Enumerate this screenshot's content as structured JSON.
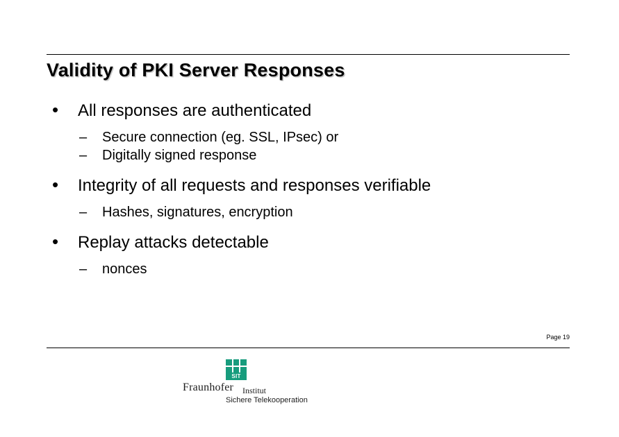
{
  "slide": {
    "title": "Validity of PKI Server Responses",
    "page_label": "Page 19",
    "bullets": [
      {
        "marker": "•",
        "text": "All responses are authenticated",
        "subs": [
          {
            "marker": "–",
            "text": "Secure connection (eg. SSL, IPsec) or"
          },
          {
            "marker": "–",
            "text": "Digitally signed response"
          }
        ]
      },
      {
        "marker": "•",
        "text": "Integrity of all requests and responses verifiable",
        "subs": [
          {
            "marker": "–",
            "text": "Hashes, signatures, encryption"
          }
        ]
      },
      {
        "marker": "•",
        "text": "Replay attacks detectable",
        "subs": [
          {
            "marker": "–",
            "text": "nonces"
          }
        ]
      }
    ]
  },
  "logo": {
    "mark_text": "SIT",
    "name": "Fraunhofer",
    "institut": "Institut",
    "subtitle": "Sichere Telekooperation",
    "color": "#179c7d"
  }
}
